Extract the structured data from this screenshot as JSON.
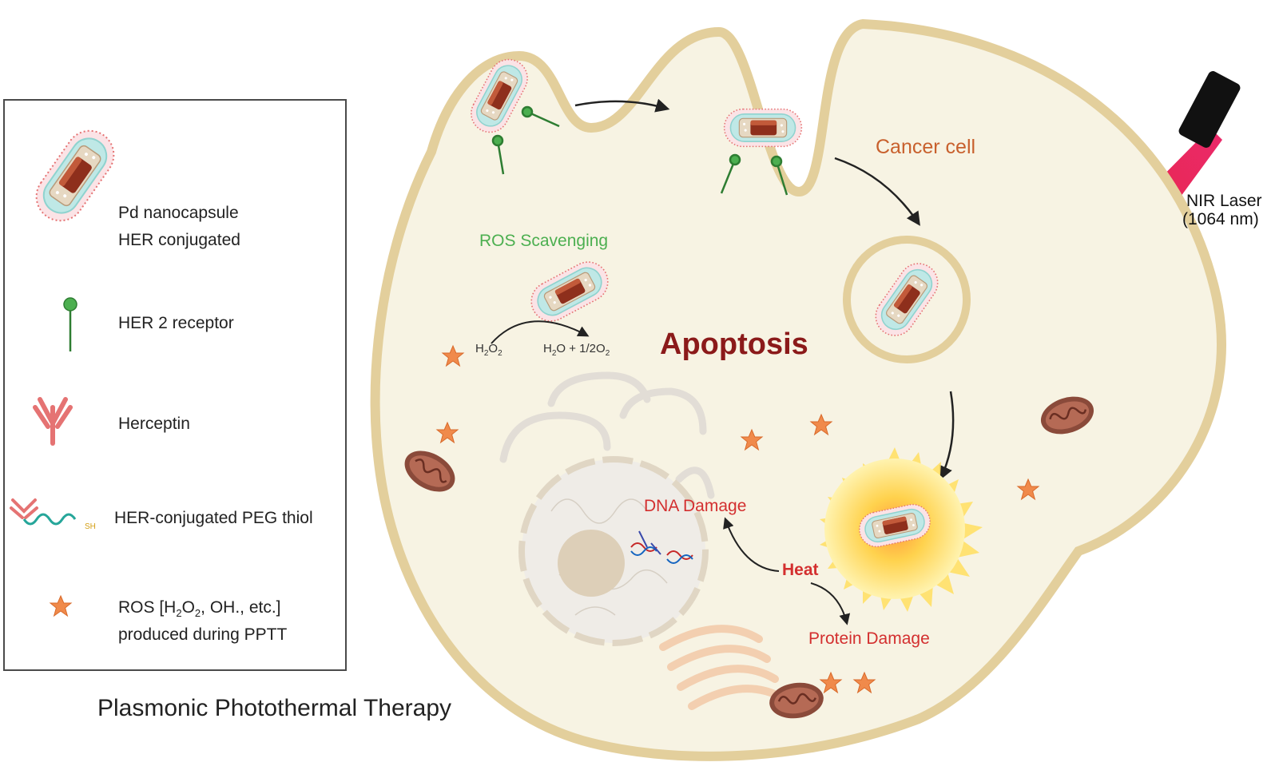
{
  "legend": {
    "items": [
      {
        "icon": "nanocapsule-icon",
        "line1": "Pd nanocapsule",
        "line2": "HER conjugated"
      },
      {
        "icon": "receptor-icon",
        "line1": "HER 2 receptor"
      },
      {
        "icon": "antibody-icon",
        "line1": "Herceptin"
      },
      {
        "icon": "peg-thiol-icon",
        "line1": "HER-conjugated PEG thiol",
        "sh_label": "SH"
      },
      {
        "icon": "star-icon",
        "line1_pre": "ROS [H",
        "line1_sub1": "2",
        "line1_mid": "O",
        "line1_sub2": "2",
        "line1_post": ", OH., etc.]",
        "line2": "produced during PPTT"
      }
    ]
  },
  "caption": "Plasmonic Photothermal Therapy",
  "labels": {
    "cancer_cell": "Cancer cell",
    "ros_scavenging": "ROS Scavenging",
    "apoptosis": "Apoptosis",
    "dna_damage": "DNA Damage",
    "heat": "Heat",
    "protein_damage": "Protein Damage",
    "laser_line1": "NIR Laser",
    "laser_line2": "(1064 nm)",
    "reaction_left_pre": "H",
    "reaction_left_sub1": "2",
    "reaction_left_mid": "O",
    "reaction_left_sub2": "2",
    "reaction_right_pre": "H",
    "reaction_right_sub1": "2",
    "reaction_right_mid": "O + 1/2O",
    "reaction_right_sub2": "2"
  },
  "colors": {
    "cell_fill": "#f7f3e3",
    "membrane": "#e3cf9c",
    "ros_green": "#4caf50",
    "apoptosis_red": "#8b1a1a",
    "cancer_orange": "#c8602d",
    "star_orange": "#f08a4b",
    "damage_red": "#d32f2f",
    "laser_pink": "#e91e63"
  }
}
